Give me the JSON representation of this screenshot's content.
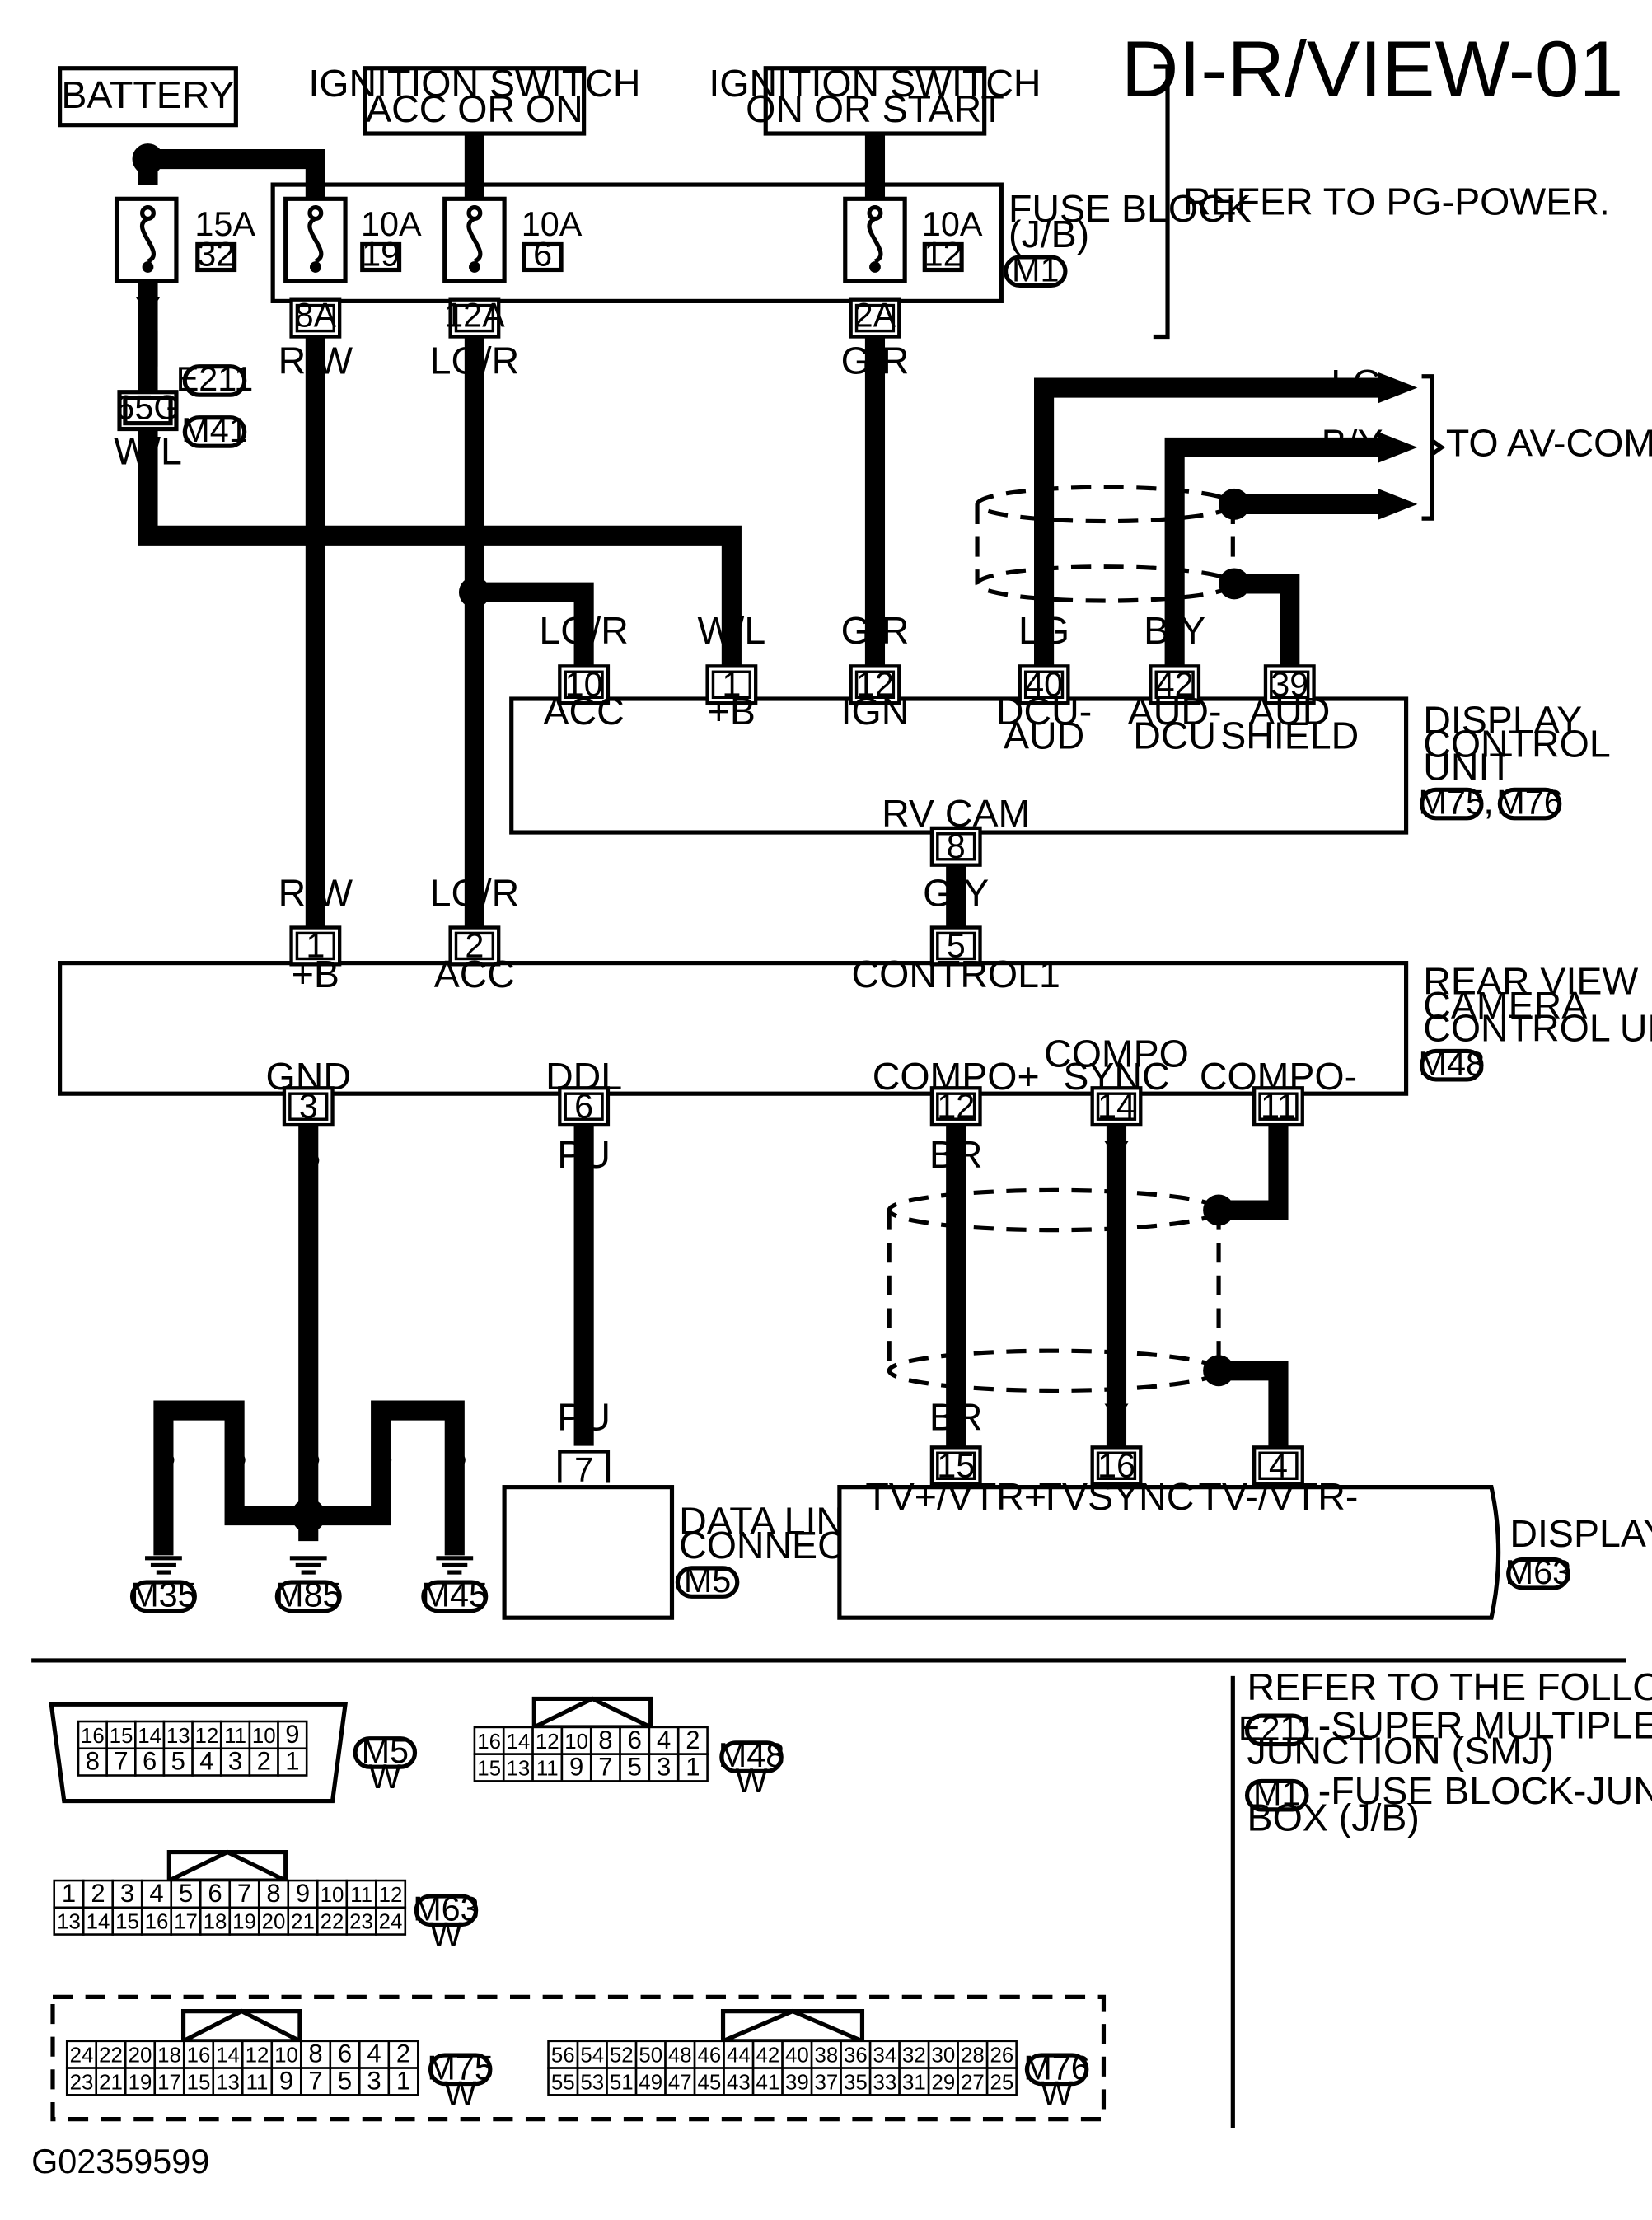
{
  "title": "DI-R/VIEW-01",
  "figure_id": "G02359599",
  "sources": {
    "battery": "BATTERY",
    "ign_acc_1": "IGNITION SWITCH",
    "ign_acc_2": "ACC OR ON",
    "ign_start_1": "IGNITION SWITCH",
    "ign_start_2": "ON OR START"
  },
  "fuse_block": {
    "name_1": "FUSE BLOCK",
    "name_2": "(J/B)",
    "connector": "M1",
    "note": "REFER TO PG-POWER."
  },
  "fuses": [
    {
      "amp": "15A",
      "num": "32"
    },
    {
      "amp": "10A",
      "num": "19"
    },
    {
      "amp": "10A",
      "num": "6"
    },
    {
      "amp": "10A",
      "num": "12"
    }
  ],
  "fuse_terminals": [
    "8A",
    "12A",
    "2A"
  ],
  "smj": {
    "terminal": "65G",
    "connector_1": "E211",
    "connector_2": "M41"
  },
  "wire_colors": {
    "y": "Y",
    "wl": "W/L",
    "rw": "R/W",
    "lgr": "LG/R",
    "gr": "G/R",
    "lg": "LG",
    "by": "B/Y",
    "gy": "G/Y",
    "b": "B",
    "pu": "PU",
    "br": "BR"
  },
  "to_av_comm": "TO AV-COMM",
  "display_control_unit": {
    "name_1": "DISPLAY",
    "name_2": "CONTROL",
    "name_3": "UNIT",
    "connector_1": "M75",
    "sep": ",",
    "connector_2": "M76",
    "pins": [
      {
        "num": "10",
        "label": "ACC"
      },
      {
        "num": "1",
        "label": "+B"
      },
      {
        "num": "12",
        "label": "IGN"
      },
      {
        "num": "40",
        "label_1": "DCU-",
        "label_2": "AUD"
      },
      {
        "num": "42",
        "label_1": "AUD-",
        "label_2": "DCU"
      },
      {
        "num": "39",
        "label_1": "AUD",
        "label_2": "SHIELD"
      }
    ],
    "out_pin": {
      "num": "8",
      "label": "RV CAM"
    }
  },
  "rear_view_camera_cu": {
    "name_1": "REAR VIEW",
    "name_2": "CAMERA",
    "name_3": "CONTROL UNIT",
    "connector": "M48",
    "top_pins": [
      {
        "num": "1",
        "label": "+B"
      },
      {
        "num": "2",
        "label": "ACC"
      },
      {
        "num": "5",
        "label": "CONTROL1"
      }
    ],
    "bottom_pins": [
      {
        "num": "3",
        "label": "GND"
      },
      {
        "num": "6",
        "label": "DDL"
      },
      {
        "num": "12",
        "label": "COMPO+"
      },
      {
        "num": "14",
        "label_1": "COMPO",
        "label_2": "SYNC"
      },
      {
        "num": "11",
        "label": "COMPO-"
      }
    ]
  },
  "grounds": [
    "M35",
    "M85",
    "M45"
  ],
  "data_link": {
    "name_1": "DATA LINK",
    "name_2": "CONNECTOR",
    "connector": "M5",
    "pin": "7"
  },
  "display": {
    "name": "DISPLAY",
    "connector": "M63",
    "pins": [
      {
        "num": "15",
        "label": "TV+/VTR+"
      },
      {
        "num": "16",
        "label": "TVSYNC"
      },
      {
        "num": "4",
        "label": "TV-/VTR-"
      }
    ]
  },
  "refer": {
    "heading": "REFER TO THE FOLLOWING.",
    "e211": "E211",
    "e211_desc_1": "-SUPER MULTIPLE",
    "e211_desc_2": "JUNCTION (SMJ)",
    "m1": "M1",
    "m1_desc_1": "-FUSE BLOCK-JUNCTION",
    "m1_desc_2": "BOX (J/B)"
  },
  "connector_faces": {
    "m5": {
      "id": "M5",
      "color": "W",
      "top": [
        "16",
        "15",
        "14",
        "13",
        "12",
        "11",
        "10",
        "9"
      ],
      "bottom": [
        "8",
        "7",
        "6",
        "5",
        "4",
        "3",
        "2",
        "1"
      ]
    },
    "m48": {
      "id": "M48",
      "color": "W",
      "top": [
        "16",
        "14",
        "12",
        "10",
        "8",
        "6",
        "4",
        "2"
      ],
      "bottom": [
        "15",
        "13",
        "11",
        "9",
        "7",
        "5",
        "3",
        "1"
      ]
    },
    "m63": {
      "id": "M63",
      "color": "W",
      "top": [
        "1",
        "2",
        "3",
        "4",
        "5",
        "6",
        "7",
        "8",
        "9",
        "10",
        "11",
        "12"
      ],
      "bottom": [
        "13",
        "14",
        "15",
        "16",
        "17",
        "18",
        "19",
        "20",
        "21",
        "22",
        "23",
        "24"
      ]
    },
    "m75": {
      "id": "M75",
      "color": "W",
      "top": [
        "24",
        "22",
        "20",
        "18",
        "16",
        "14",
        "12",
        "10",
        "8",
        "6",
        "4",
        "2"
      ],
      "bottom": [
        "23",
        "21",
        "19",
        "17",
        "15",
        "13",
        "11",
        "9",
        "7",
        "5",
        "3",
        "1"
      ]
    },
    "m76": {
      "id": "M76",
      "color": "W",
      "top": [
        "56",
        "54",
        "52",
        "50",
        "48",
        "46",
        "44",
        "42",
        "40",
        "38",
        "36",
        "34",
        "32",
        "30",
        "28",
        "26"
      ],
      "bottom": [
        "55",
        "53",
        "51",
        "49",
        "47",
        "45",
        "43",
        "41",
        "39",
        "37",
        "35",
        "33",
        "31",
        "29",
        "27",
        "25"
      ]
    }
  }
}
